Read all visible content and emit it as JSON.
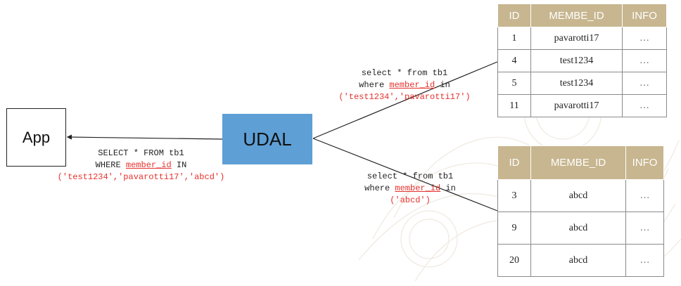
{
  "app_label": "App",
  "udal_label": "UDAL",
  "app_query": {
    "line1": "SELECT * FROM tb1",
    "line2_prefix": "WHERE ",
    "line2_field": "member_id",
    "line2_suffix": " IN",
    "line3": "('test1234','pavarotti17','abcd')"
  },
  "top_query": {
    "line1": "select * from tb1",
    "line2_prefix": "where ",
    "line2_field": "member_id",
    "line2_suffix": " in",
    "line3": "('test1234','pavarotti17')"
  },
  "bottom_query": {
    "line1": "select * from tb1",
    "line2_prefix": "where ",
    "line2_field": "member_id",
    "line2_suffix": " in",
    "line3": "('abcd')"
  },
  "table_top": {
    "headers": [
      "ID",
      "MEMBE_ID",
      "INFO"
    ],
    "rows": [
      [
        "1",
        "pavarotti17",
        "…"
      ],
      [
        "4",
        "test1234",
        "…"
      ],
      [
        "5",
        "test1234",
        "…"
      ],
      [
        "11",
        "pavarotti17",
        "…"
      ]
    ]
  },
  "table_bottom": {
    "headers": [
      "ID",
      "MEMBE_ID",
      "INFO"
    ],
    "rows": [
      [
        "3",
        "abcd",
        "…"
      ],
      [
        "9",
        "abcd",
        "…"
      ],
      [
        "20",
        "abcd",
        "…"
      ]
    ]
  },
  "colors": {
    "udal_fill": "#5e9fd6",
    "header_fill": "#c7b68f",
    "highlight": "#e5322d"
  }
}
